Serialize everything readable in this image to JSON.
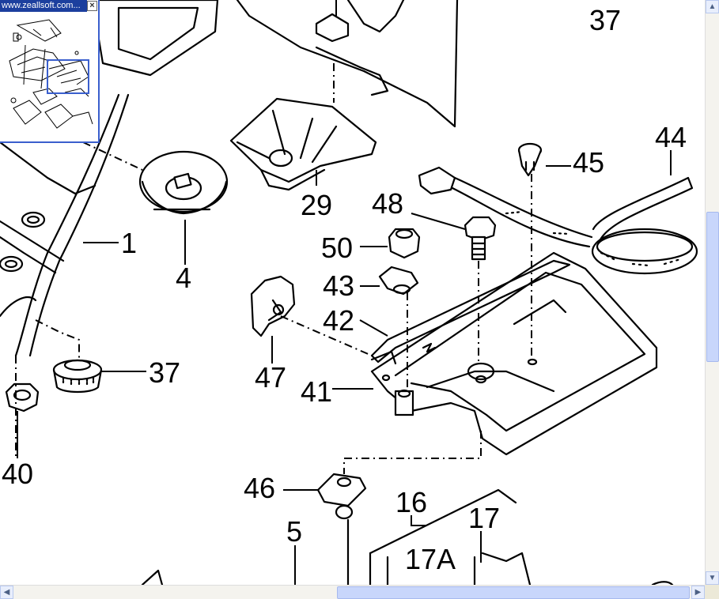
{
  "navigator": {
    "title": "www.zeallsoft.com...",
    "close_glyph": "×"
  },
  "callouts": {
    "c1": "1",
    "c4": "4",
    "c5": "5",
    "c16": "16",
    "c17": "17",
    "c17a": "17A",
    "c29": "29",
    "c37_top": "37",
    "c37": "37",
    "c40": "40",
    "c41": "41",
    "c42": "42",
    "c43": "43",
    "c44": "44",
    "c45": "45",
    "c46": "46",
    "c47": "47",
    "c48": "48",
    "c50": "50"
  },
  "scrollbars": {
    "up_arrow": "▲",
    "down_arrow": "▼",
    "left_arrow": "◀",
    "right_arrow": "▶"
  },
  "colors": {
    "nav_title_bg": "#1c3f9e",
    "scroll_thumb": "#c8d6fb",
    "nav_view_box": "#3a5fcd"
  }
}
